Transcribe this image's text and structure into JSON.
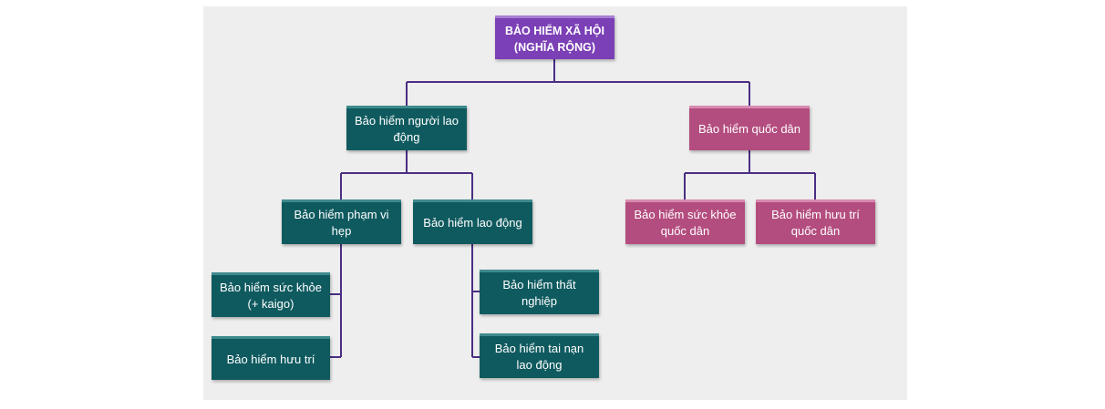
{
  "diagram": {
    "colors": {
      "root": "#7b3fb6",
      "labor_branch": "#0f5a5f",
      "national_branch": "#b44d7f",
      "connector": "#4b2e83",
      "background": "#eeeeee"
    },
    "root": {
      "label": "BẢO HIỂM XÃ HỘI\n(NGHĨA RỘNG)"
    },
    "labor": {
      "label": "Bảo hiểm người lao\nđộng",
      "narrow": {
        "label": "Bảo hiểm phạm vi\nhẹp",
        "health": {
          "label": "Bảo hiểm sức khỏe\n(+ kaigo)"
        },
        "pension": {
          "label": "Bảo hiểm hưu trí"
        }
      },
      "employment": {
        "label": "Bảo hiểm lao động",
        "unemployment": {
          "label": "Bảo hiểm thất\nnghiệp"
        },
        "accident": {
          "label": "Bảo hiểm tai nạn\nlao động"
        }
      }
    },
    "national": {
      "label": "Bảo hiểm quốc dân",
      "health": {
        "label": "Bảo hiểm sức khỏe\nquốc dân"
      },
      "pension": {
        "label": "Bảo hiểm hưu trí\nquốc dân"
      }
    }
  }
}
